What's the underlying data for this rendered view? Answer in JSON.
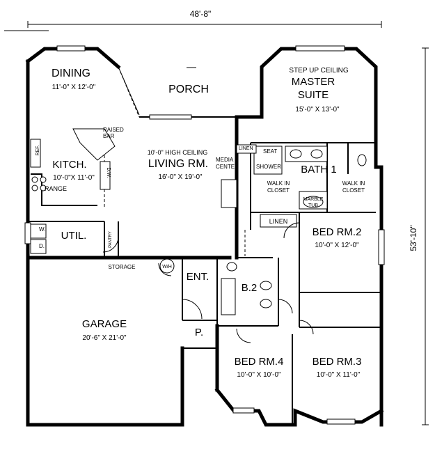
{
  "dimensions": {
    "width": "48'-8\"",
    "depth": "53'-10\""
  },
  "rooms": {
    "dining": {
      "name": "DINING",
      "size": "11'-0\" X 12'-0\""
    },
    "porch": {
      "name": "PORCH"
    },
    "master": {
      "note": "STEP UP CEILING",
      "name_1": "MASTER",
      "name_2": "SUITE",
      "size": "15'-0\" X 13'-0\""
    },
    "raised_bar": {
      "line_1": "RAISED",
      "line_2": "BAR"
    },
    "living": {
      "note": "10'-0\" HIGH CEILING",
      "name": "LIVING RM.",
      "size": "16'-0\" X 19'-0\""
    },
    "kitchen": {
      "name": "KITCH.",
      "size": "10'-0\"X 11'-0\""
    },
    "bath1": {
      "name": "BATH 1"
    },
    "bed2": {
      "name": "BED RM.2",
      "size": "10'-0\" X 12'-0\""
    },
    "util": {
      "name": "UTIL."
    },
    "entry": {
      "name": "ENT."
    },
    "bath2": {
      "name": "B.2"
    },
    "garage": {
      "name": "GARAGE",
      "size": "20'-6\" X 21'-0\""
    },
    "pantry_p": {
      "name": "P."
    },
    "bed4": {
      "name": "BED RM.4",
      "size": "10'-0\" X 10'-0\""
    },
    "bed3": {
      "name": "BED RM.3",
      "size": "10'-0\" X 11'-0\""
    }
  },
  "labels": {
    "ref": "REF.",
    "dw": "D.W.",
    "range": "RANGE",
    "washer": "W.",
    "dryer": "D.",
    "pantry": "PANTRY",
    "storage": "STORAGE",
    "water_heater": "W/H",
    "media_1": "MEDIA",
    "media_2": "CENTER",
    "linen_master": "LINEN",
    "seat": "SEAT",
    "shower": "SHOWER",
    "walkin1_1": "WALK IN",
    "walkin1_2": "CLOSET",
    "walkin2_1": "WALK IN",
    "walkin2_2": "CLOSET",
    "marble_1": "MARBLE",
    "marble_2": "TUB",
    "linen_hall": "LINEN"
  }
}
